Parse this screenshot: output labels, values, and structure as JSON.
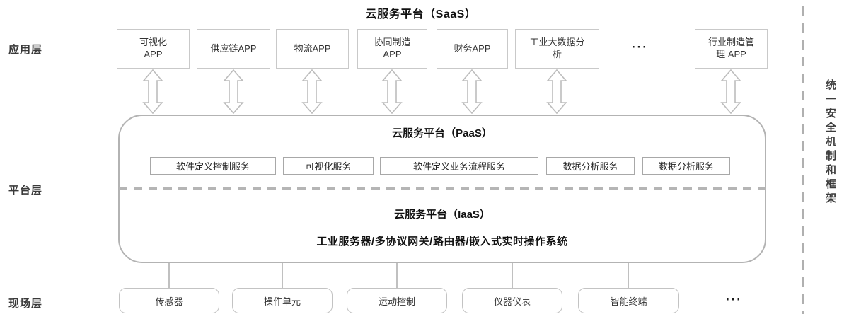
{
  "titles": {
    "saas": "云服务平台（SaaS）",
    "paas": "云服务平台（PaaS）",
    "iaas": "云服务平台（IaaS）",
    "iaas_sub": "工业服务器/多协议网关/路由器/嵌入式实时操作系统"
  },
  "layer_labels": {
    "application": "应用层",
    "platform": "平台层",
    "field": "现场层"
  },
  "apps": [
    "可视化\nAPP",
    "供应链APP",
    "物流APP",
    "协同制造\nAPP",
    "财务APP",
    "工业大数据分\n析",
    "行业制造管\n理 APP"
  ],
  "apps_ellipsis": "···",
  "paas_services": [
    "软件定义控制服务",
    "可视化服务",
    "软件定义业务流程服务",
    "数据分析服务",
    "数据分析服务"
  ],
  "devices": [
    "传感器",
    "操作单元",
    "运动控制",
    "仪器仪表",
    "智能终端"
  ],
  "devices_ellipsis": "···",
  "side_note": "统一安全机制和框架",
  "colors": {
    "box_border": "#c9c9c9",
    "paas_border": "#b3b3b3",
    "arrow_stroke": "#bdbdbd",
    "dash": "#b5b5b5",
    "text": "#2f2f2f"
  }
}
